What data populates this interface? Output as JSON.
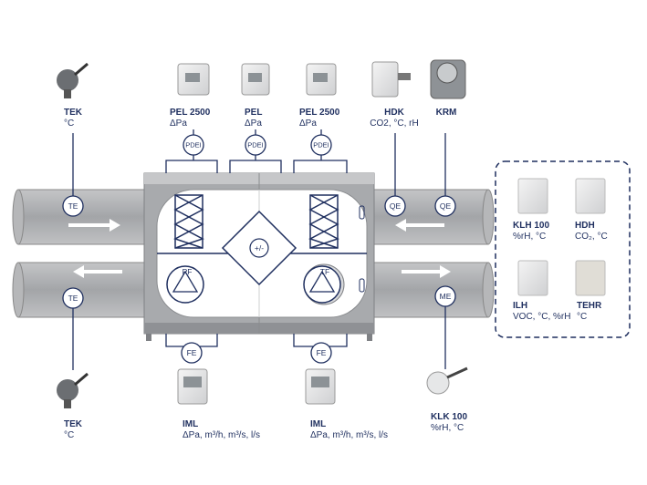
{
  "devices": {
    "tek_top": {
      "name": "TEK",
      "unit": "°C"
    },
    "pel2500_a": {
      "name": "PEL 2500",
      "unit": "ΔPa"
    },
    "pel": {
      "name": "PEL",
      "unit": "ΔPa"
    },
    "pel2500_b": {
      "name": "PEL 2500",
      "unit": "ΔPa"
    },
    "hdk": {
      "name": "HDK",
      "unit": "CO2, °C, rH"
    },
    "krm": {
      "name": "KRM",
      "unit": ""
    },
    "tek_bottom": {
      "name": "TEK",
      "unit": "°C"
    },
    "iml_left": {
      "name": "IML",
      "unit": "ΔPa, m³/h, m³/s, l/s"
    },
    "iml_right": {
      "name": "IML",
      "unit": "ΔPa, m³/h, m³/s, l/s"
    },
    "klk100": {
      "name": "KLK 100",
      "unit": "%rH, °C"
    }
  },
  "room_sensors": {
    "klh100": {
      "name": "KLH 100",
      "unit": "%rH, °C"
    },
    "hdh": {
      "name": "HDH",
      "unit": "CO₂, °C"
    },
    "ilh": {
      "name": "ILH",
      "unit": "VOC, °C, %rH"
    },
    "tehr": {
      "name": "TEHR",
      "unit": "°C"
    }
  },
  "tags": {
    "te_top": "TE",
    "te_bottom": "TE",
    "pdei_1": "PDEI",
    "pdei_2": "PDEI",
    "pdei_3": "PDEI",
    "qe_1": "QE",
    "qe_2": "QE",
    "me": "ME",
    "fe_1": "FE",
    "fe_2": "FE",
    "pf": "PF",
    "tf": "TF",
    "hx": "+/-"
  },
  "colors": {
    "duct": "#a9abae",
    "line": "#1f2f5f",
    "unit_body": "#b3b4b6"
  }
}
